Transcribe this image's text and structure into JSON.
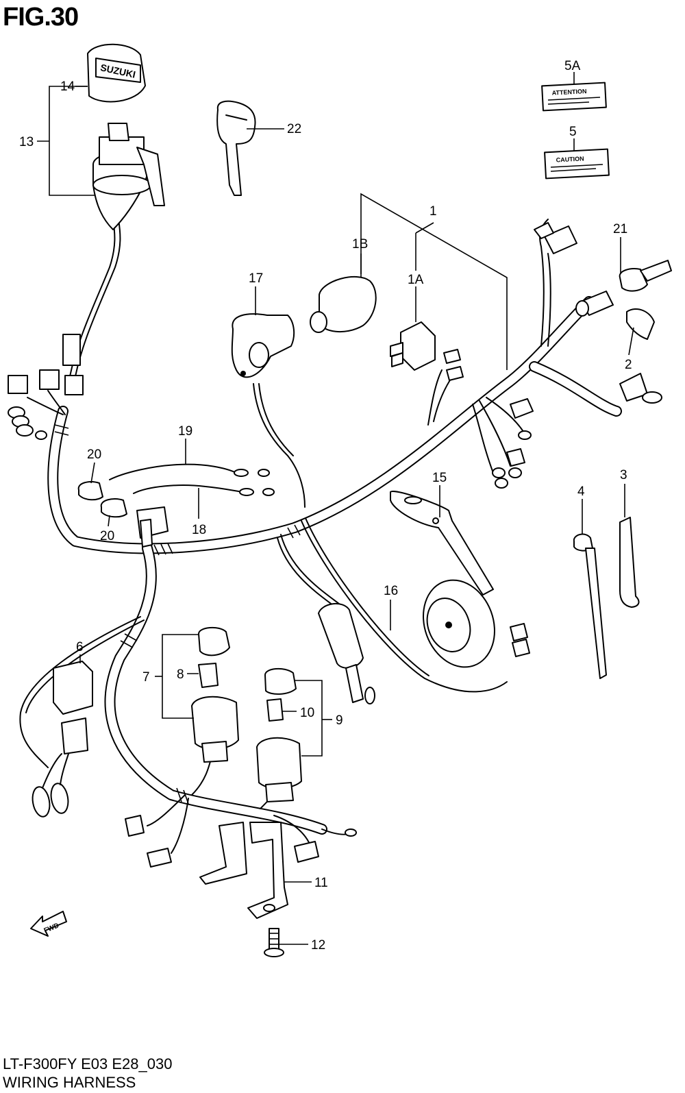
{
  "figure": {
    "title": "FIG.30",
    "code": "LT-F300FY E03 E28_030",
    "name": "WIRING HARNESS"
  },
  "callouts": [
    "1",
    "1A",
    "1B",
    "2",
    "3",
    "4",
    "5",
    "5A",
    "6",
    "7",
    "8",
    "9",
    "10",
    "11",
    "12",
    "13",
    "14",
    "15",
    "16",
    "17",
    "18",
    "19",
    "20",
    "20",
    "21",
    "22"
  ],
  "markings": {
    "ignition_cap": "SUZUKI",
    "label_5a": "ATTENTION",
    "label_5": "CAUTION",
    "direction": "FWD"
  }
}
